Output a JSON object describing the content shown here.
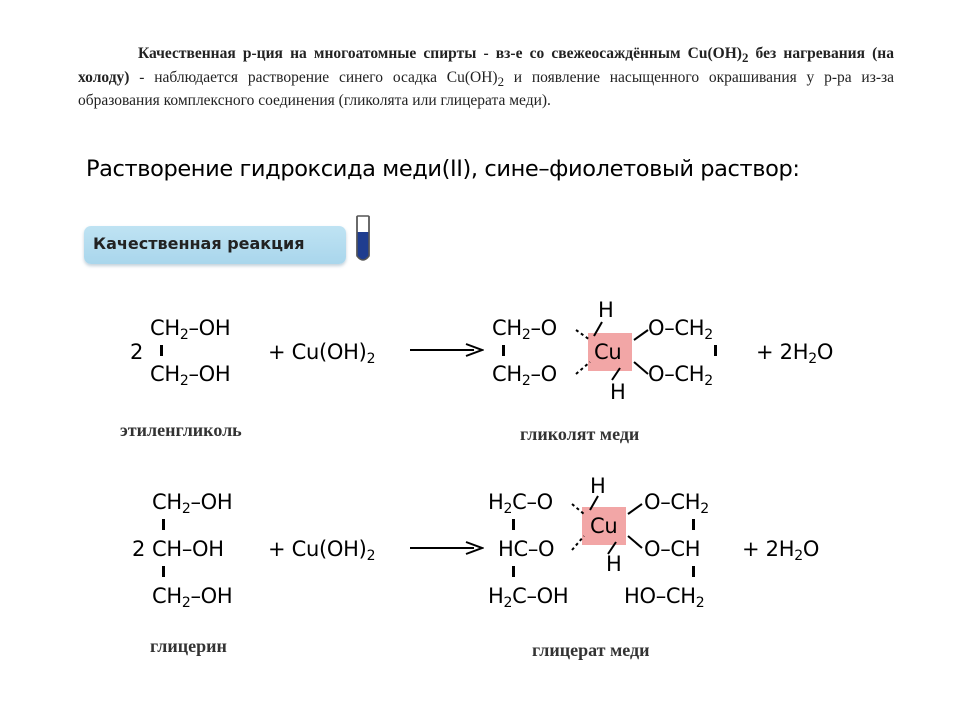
{
  "intro": {
    "term": "Качественная р-ция на многоатомные спирты - вз-е со свежеосаждённым Cu(OH)",
    "term_sub": "2",
    "term_tail": " без нагревания (на холоду)",
    "rest": " - наблюдается растворение синего осадка Cu(OH)",
    "rest_sub": "2",
    "rest_tail": " и появление насыщенного окрашивания у р-ра из-за образования комплексного соединения (гликолята или глицерата меди)."
  },
  "heading": "Растворение гидроксида меди(II), сине–фиолетовый раствор:",
  "badge": {
    "label": "Качественная реакция"
  },
  "reaction1": {
    "coef": "2",
    "reactant_top": [
      "CH",
      "2",
      "–OH"
    ],
    "reactant_bottom": [
      "CH",
      "2",
      "–OH"
    ],
    "reagent": [
      "+ Cu(OH)",
      "2"
    ],
    "left_top": [
      "CH",
      "2",
      "–O"
    ],
    "left_bottom": [
      "CH",
      "2",
      "–O"
    ],
    "center": "Cu",
    "h_top": "H",
    "h_bottom": "H",
    "right_top": [
      "O–CH",
      "2"
    ],
    "right_bottom": [
      "O–CH",
      "2"
    ],
    "byproduct": [
      "+ 2H",
      "2",
      "O"
    ],
    "reactant_name": "этиленгликоль",
    "product_name": "гликолят меди"
  },
  "reaction2": {
    "coef": "2",
    "reactant_top": [
      "CH",
      "2",
      "–OH"
    ],
    "reactant_mid": "CH–OH",
    "reactant_bottom": [
      "CH",
      "2",
      "–OH"
    ],
    "reagent": [
      "+ Cu(OH)",
      "2"
    ],
    "left_top": [
      "H",
      "2",
      "C–O"
    ],
    "left_mid": "HC–O",
    "left_bottom": [
      "H",
      "2",
      "C–OH"
    ],
    "center": "Cu",
    "h_top": "H",
    "h_bottom": "H",
    "right_top": [
      "O–CH",
      "2"
    ],
    "right_mid": "O–CH",
    "right_bottom": [
      "HO–CH",
      "2"
    ],
    "byproduct": [
      "+ 2H",
      "2",
      "O"
    ],
    "reactant_name": "глицерин",
    "product_name": "глицерат меди"
  },
  "colors": {
    "badge": "#b6ddef",
    "cu_highlight": "#f2a6a6",
    "tube_liquid": "#1f3d8f"
  }
}
